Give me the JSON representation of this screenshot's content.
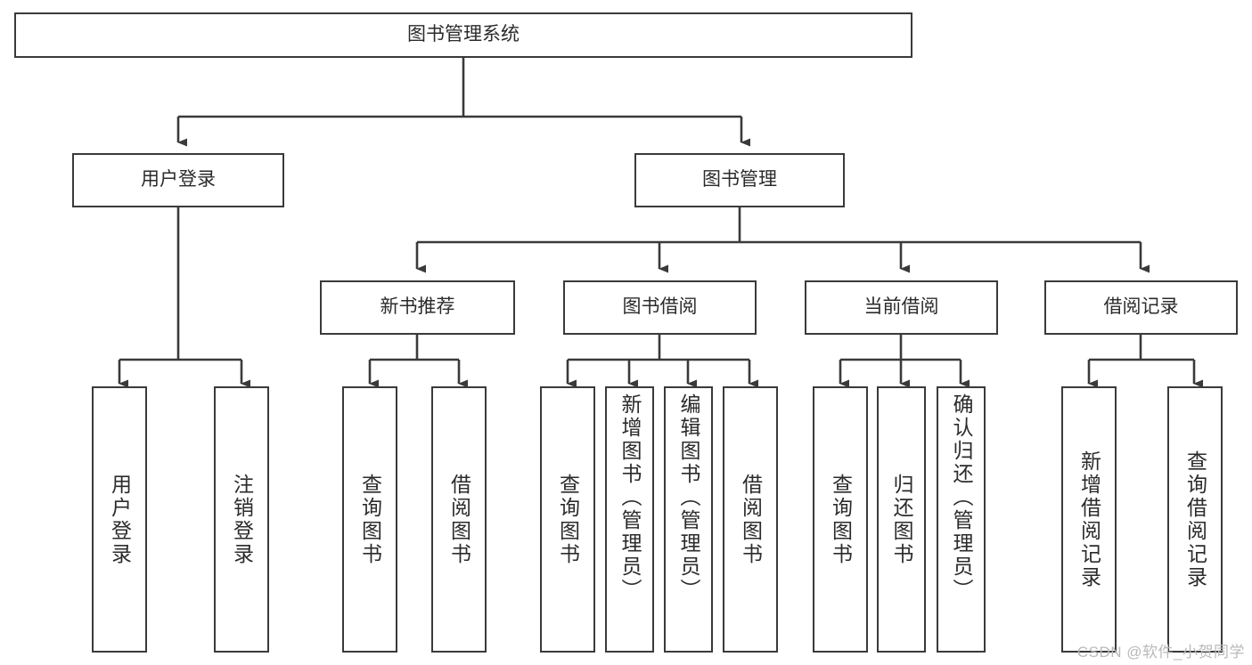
{
  "diagram": {
    "title": "图书管理系统",
    "type": "tree-hierarchy",
    "root": {
      "id": "root",
      "label": "图书管理系统"
    },
    "level2": [
      {
        "id": "user-login",
        "label": "用户登录"
      },
      {
        "id": "book-manage",
        "label": "图书管理"
      }
    ],
    "level3": [
      {
        "id": "new-book-recommend",
        "label": "新书推荐",
        "parent": "book-manage"
      },
      {
        "id": "book-borrow",
        "label": "图书借阅",
        "parent": "book-manage"
      },
      {
        "id": "current-borrow",
        "label": "当前借阅",
        "parent": "book-manage"
      },
      {
        "id": "borrow-record",
        "label": "借阅记录",
        "parent": "book-manage"
      }
    ],
    "leaves": [
      {
        "id": "leaf-user-login",
        "label": "用户登录",
        "parent": "user-login"
      },
      {
        "id": "leaf-logout",
        "label": "注销登录",
        "parent": "user-login"
      },
      {
        "id": "leaf-query-book-1",
        "label": "查询图书",
        "parent": "new-book-recommend"
      },
      {
        "id": "leaf-borrow-book-1",
        "label": "借阅图书",
        "parent": "new-book-recommend"
      },
      {
        "id": "leaf-query-book-2",
        "label": "查询图书",
        "parent": "book-borrow"
      },
      {
        "id": "leaf-add-book-admin",
        "label": "新增图书（管理员）",
        "parent": "book-borrow"
      },
      {
        "id": "leaf-edit-book-admin",
        "label": "编辑图书（管理员）",
        "parent": "book-borrow"
      },
      {
        "id": "leaf-borrow-book-2",
        "label": "借阅图书",
        "parent": "book-borrow"
      },
      {
        "id": "leaf-query-book-3",
        "label": "查询图书",
        "parent": "current-borrow"
      },
      {
        "id": "leaf-return-book",
        "label": "归还图书",
        "parent": "current-borrow"
      },
      {
        "id": "leaf-confirm-return-admin",
        "label": "确认归还（管理员）",
        "parent": "current-borrow"
      },
      {
        "id": "leaf-add-record",
        "label": "新增借阅记录",
        "parent": "borrow-record"
      },
      {
        "id": "leaf-query-record",
        "label": "查询借阅记录",
        "parent": "borrow-record"
      }
    ],
    "colors": {
      "stroke": "#3a3a3a",
      "fill": "#ffffff",
      "text": "#2b2b2b",
      "watermark": "#b9b9b9"
    }
  },
  "watermark": {
    "text": "CSDN @软件_小贺同学"
  }
}
